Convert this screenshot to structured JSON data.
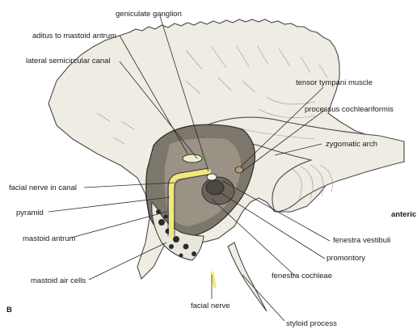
{
  "labels": {
    "geniculate_ganglion": "geniculate ganglion",
    "aditus": "aditus to mastoid antrum",
    "lateral_canal": "lateral semicircular canal",
    "tensor_tympani": "tensor tympani muscle",
    "processus": "processus cochleariformis",
    "zygomatic_arch": "zygomatic arch",
    "anterior": "anteric",
    "facial_nerve_canal": "facial nerve in canal",
    "pyramid": "pyramid",
    "mastoid_antrum": "mastoid antrum",
    "mastoid_air_cells": "mastoid air cells",
    "fenestra_vestibuli": "fenestra vestibuli",
    "promontory": "promontory",
    "fenestra_cochleae": "fenestra cochleae",
    "facial_nerve": "facial nerve",
    "styloid_process": "styloid process",
    "panel": "B"
  },
  "colors": {
    "bone": "#efece3",
    "cavity": "#7d776b",
    "nerve": "#f2e97a",
    "outline": "#3a3a3a"
  }
}
